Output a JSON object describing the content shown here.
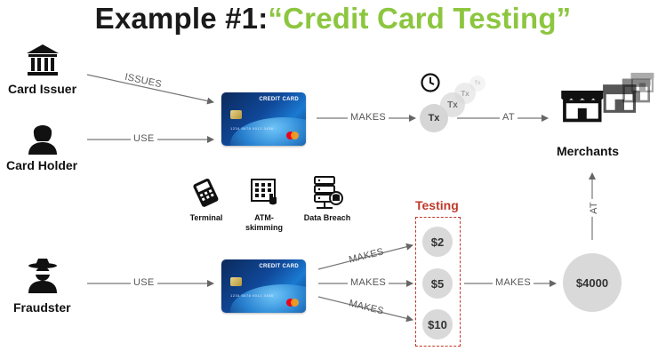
{
  "title": {
    "prefix": "Example #1:",
    "accent": "“Credit Card Testing”"
  },
  "actors": {
    "card_issuer": "Card Issuer",
    "card_holder": "Card Holder",
    "fraudster": "Fraudster",
    "merchants": "Merchants"
  },
  "edges": {
    "issues": "ISSUES",
    "use_holder": "USE",
    "makes_top": "MAKES",
    "at_top": "AT",
    "use_fraud": "USE",
    "makes_1": "MAKES",
    "makes_2": "MAKES",
    "makes_3": "MAKES",
    "makes_4": "MAKES",
    "at_vertical": "AT"
  },
  "card": {
    "title": "CREDIT CARD",
    "number": "1234 5678 9012 3456"
  },
  "tx_stack": [
    "Tx",
    "Tx",
    "Tx",
    "Tx"
  ],
  "tools": {
    "terminal": "Terminal",
    "atm": "ATM-\nskimming",
    "breach": "Data Breach"
  },
  "testing": {
    "title": "Testing",
    "amounts": [
      "$2",
      "$5",
      "$10"
    ]
  },
  "big_amount": "$4000",
  "icons": [
    "bank-icon",
    "person-icon",
    "clock-icon",
    "store-icon",
    "terminal-icon",
    "atm-keypad-icon",
    "server-icon",
    "spy-icon"
  ],
  "colors": {
    "accent": "#8cc63f",
    "testing": "#c0392b",
    "circle": "#d9d9d9"
  }
}
